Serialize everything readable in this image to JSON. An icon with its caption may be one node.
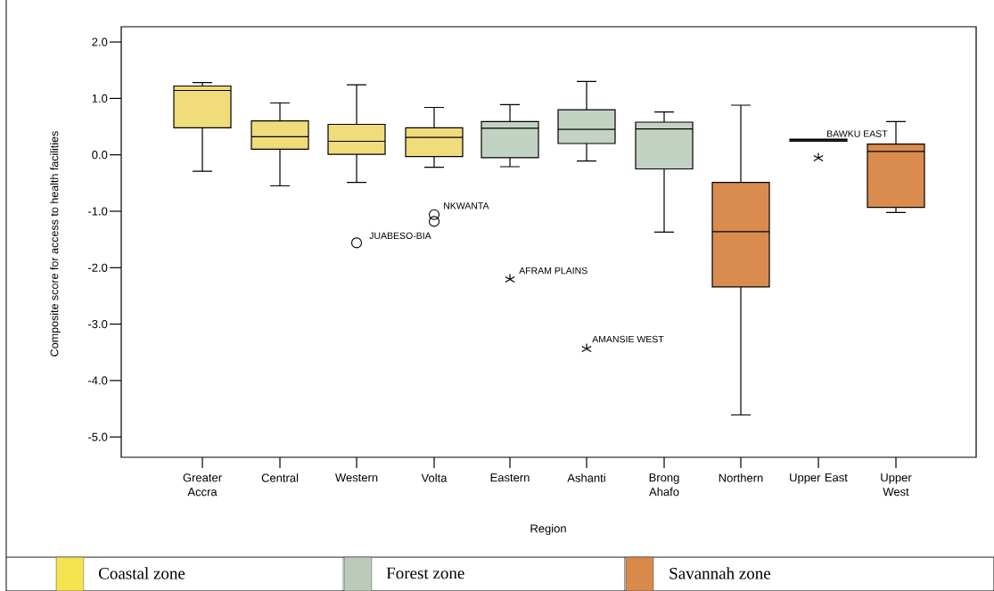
{
  "diagram": {
    "labels": [
      "2.0",
      "1.0",
      "BAWKU EAST",
      "0.0",
      "NKWANTA",
      "-1.0",
      "JUABESO-BIA",
      "-2.0",
      "AFRAM PLAINS",
      "-3.0",
      "AMANSIE WEST",
      "-4.0",
      "-5.0",
      "Composite score for access to health facilities",
      "Greater Accra",
      "Central",
      "Western",
      "Volta",
      "Eastern",
      "Ashanti",
      "Brong Ahafo",
      "Northern",
      "Upper East",
      "Upper West",
      "Region"
    ],
    "legend": [
      {
        "text": "Coastal zone",
        "color": "#f5e34f"
      },
      {
        "text": "Forest zone",
        "color": "#bccabc"
      },
      {
        "text": "Savannah zone",
        "color": "#d98a4a"
      }
    ]
  }
}
